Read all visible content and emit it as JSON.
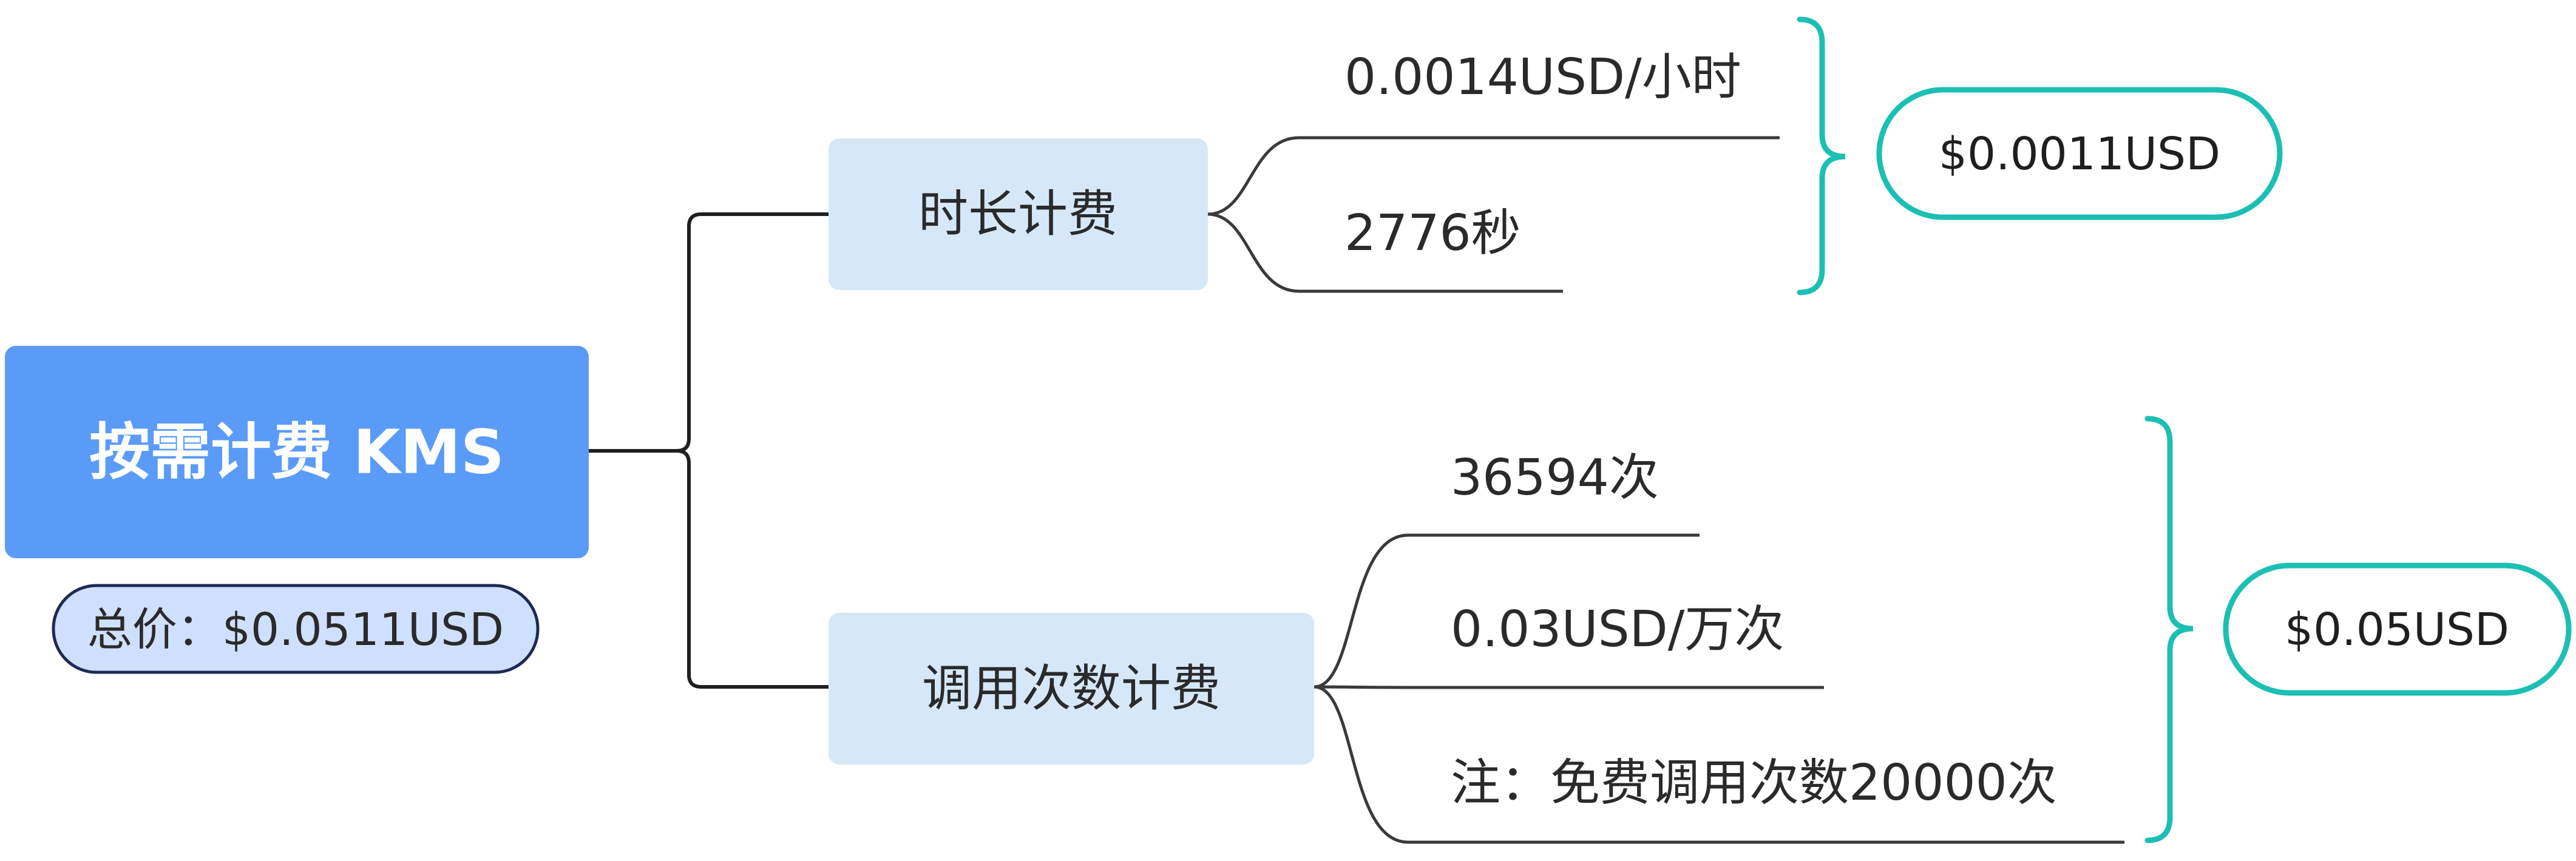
{
  "root": {
    "label": "按需计费 KMS",
    "total": "总价：$0.0511USD"
  },
  "branches": [
    {
      "label": "时长计费",
      "items": [
        "0.0014USD/小时",
        "2776秒"
      ],
      "result": "$0.0011USD"
    },
    {
      "label": "调用次数计费",
      "items": [
        "36594次",
        "0.03USD/万次",
        "注：免费调用次数20000次"
      ],
      "result": "$0.05USD"
    }
  ],
  "colors": {
    "root_fill": "#5b9bf8",
    "root_text": "#ffffff",
    "total_fill": "#cfe0ff",
    "total_border": "#1e2a55",
    "branch_fill": "#d6e7f8",
    "connector": "#1f1f1f",
    "leaf_line": "#3a3a3a",
    "brace": "#1cbfb3",
    "text": "#2a2a2a"
  }
}
